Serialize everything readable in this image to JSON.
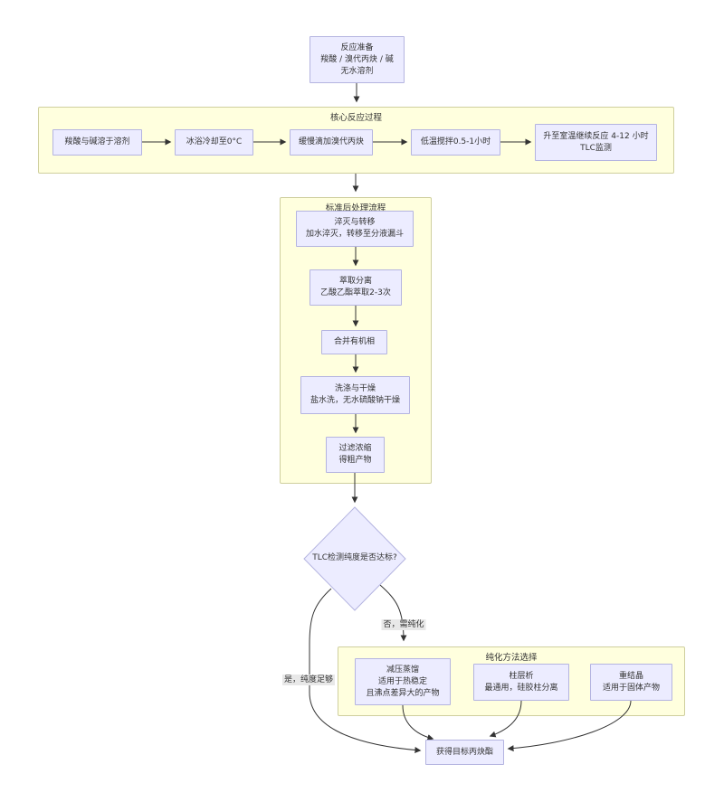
{
  "diagram": {
    "prep": {
      "line1": "反应准备",
      "line2": "羧酸 / 溴代丙炔 / 碱",
      "line3": "无水溶剂"
    },
    "core": {
      "title": "核心反应过程",
      "step1": "羧酸与碱溶于溶剂",
      "step2": "冰浴冷却至0°C",
      "step3": "缓慢滴加溴代丙炔",
      "step4": "低温搅拌0.5-1小时",
      "step5_line1": "升至室温继续反应 4-12 小时",
      "step5_line2": "TLC监测"
    },
    "workup": {
      "title": "标准后处理流程",
      "quench_line1": "淬灭与转移",
      "quench_line2": "加水淬灭，转移至分液漏斗",
      "extract_line1": "萃取分离",
      "extract_line2": "乙酸乙酯萃取2-3次",
      "combine": "合并有机相",
      "wash_line1": "洗涤与干燥",
      "wash_line2": "盐水洗，无水硫酸钠干燥",
      "filter_line1": "过滤浓缩",
      "filter_line2": "得粗产物"
    },
    "decision": {
      "question": "TLC检测纯度是否达标?",
      "yes_label": "是，纯度足够",
      "no_label": "否，需纯化"
    },
    "purification": {
      "title": "纯化方法选择",
      "distill_line1": "减压蒸馏",
      "distill_line2": "适用于热稳定",
      "distill_line3": "且沸点差异大的产物",
      "column_line1": "柱层析",
      "column_line2": "最通用，硅胶柱分离",
      "recryst_line1": "重结晶",
      "recryst_line2": "适用于固体产物"
    },
    "final": {
      "label": "获得目标丙炔酯"
    }
  },
  "theme": {
    "node_fill": "#ECECFF",
    "node_border": "#b4b4e0",
    "cluster_fill": "#FFFFDE",
    "cluster_border": "#cfcf9e",
    "edge_color": "#333333",
    "edge_label_bg": "#e8e8e8",
    "text_color": "#333333"
  }
}
